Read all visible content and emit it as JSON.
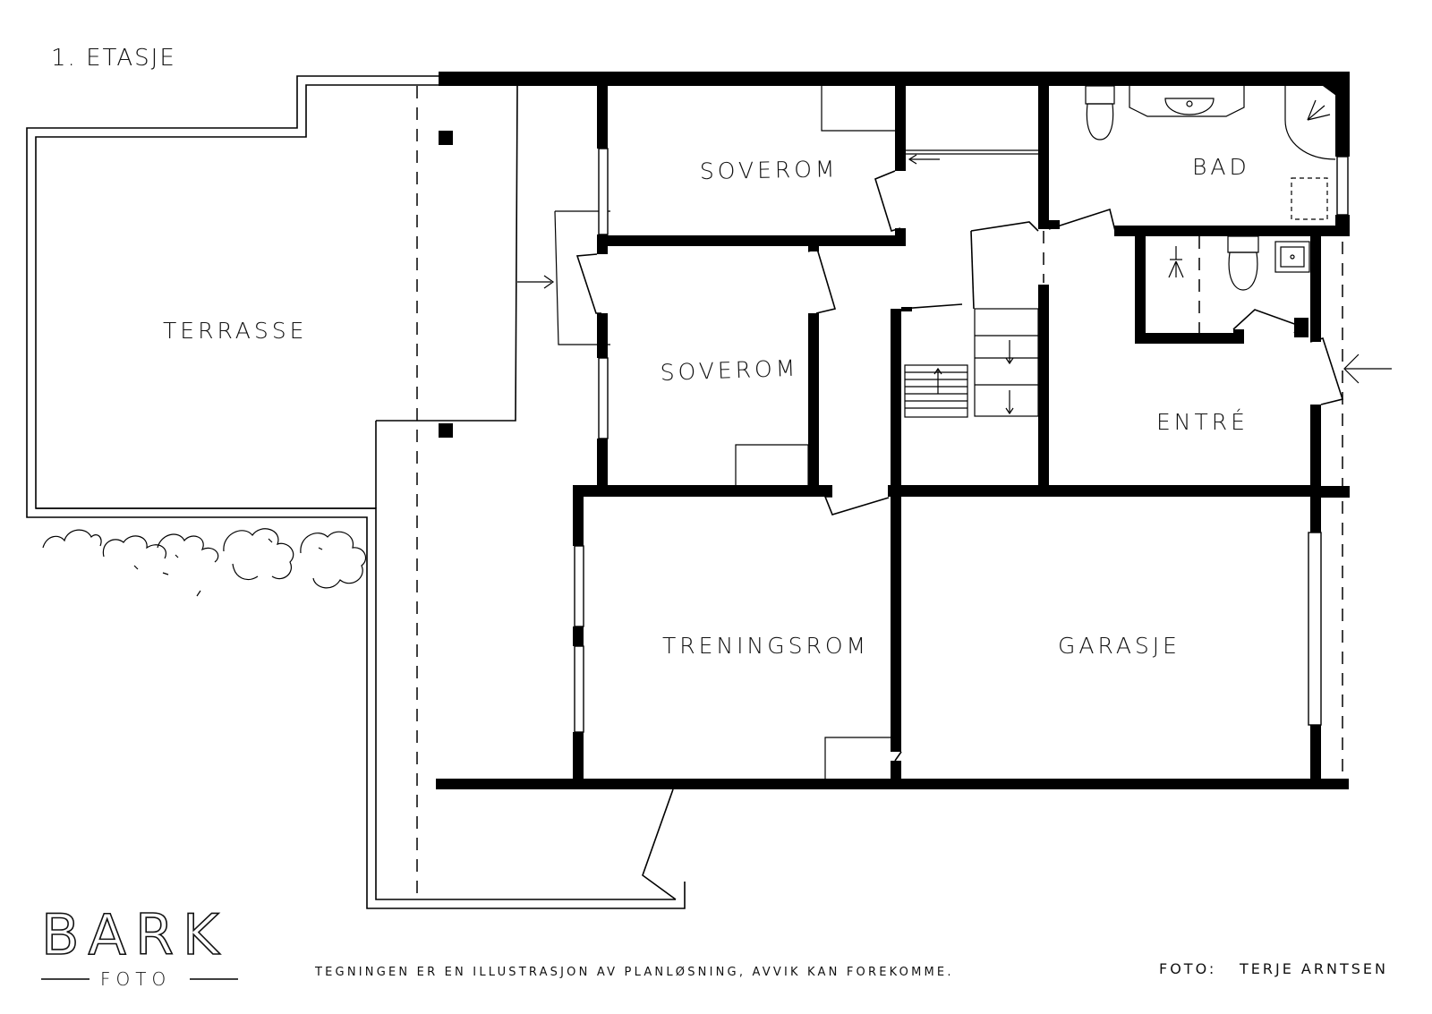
{
  "floor_title": "1. ETASJE",
  "rooms": {
    "terrasse": "TERRASSE",
    "soverom_1": "SOVEROM",
    "soverom_2": "SOVEROM",
    "bad": "BAD",
    "entre": "ENTRÉ",
    "treningsrom": "TRENINGSROM",
    "garasje": "GARASJE"
  },
  "brand": {
    "name": "BARK",
    "sub": "FOTO"
  },
  "footer": {
    "disclaimer": "TEGNINGEN ER EN ILLUSTRASJON AV PLANLØSNING, AVVIK KAN FOREKOMME.",
    "photo_label": "FOTO:",
    "photographer": "TERJE ARNTSEN"
  },
  "icons": [
    "arrow-entrance-icon",
    "shower-icon",
    "toilet-icon",
    "sink-icon",
    "stairs-icon",
    "shrub-icon"
  ]
}
